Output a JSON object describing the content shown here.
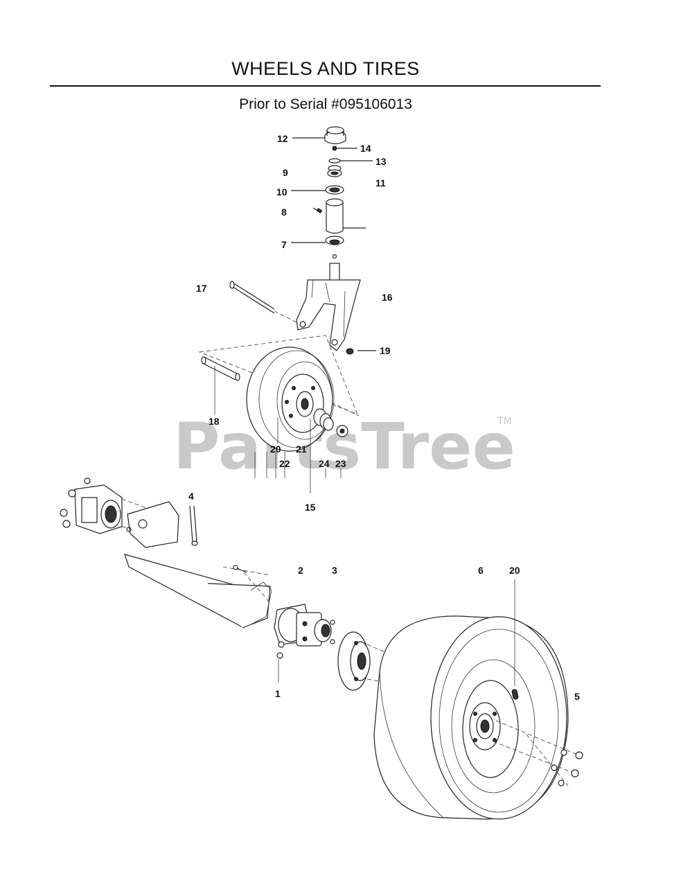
{
  "header": {
    "title": "WHEELS AND TIRES",
    "subtitle": "Prior to Serial #095106013"
  },
  "watermark": {
    "text": "PartsTree",
    "trademark": "TM"
  },
  "callouts": [
    "12",
    "14",
    "13",
    "9",
    "11",
    "10",
    "8",
    "7",
    "17",
    "16",
    "19",
    "18",
    "20",
    "21",
    "22",
    "24",
    "23",
    "15",
    "4",
    "2",
    "3",
    "6",
    "20",
    "1",
    "5"
  ]
}
